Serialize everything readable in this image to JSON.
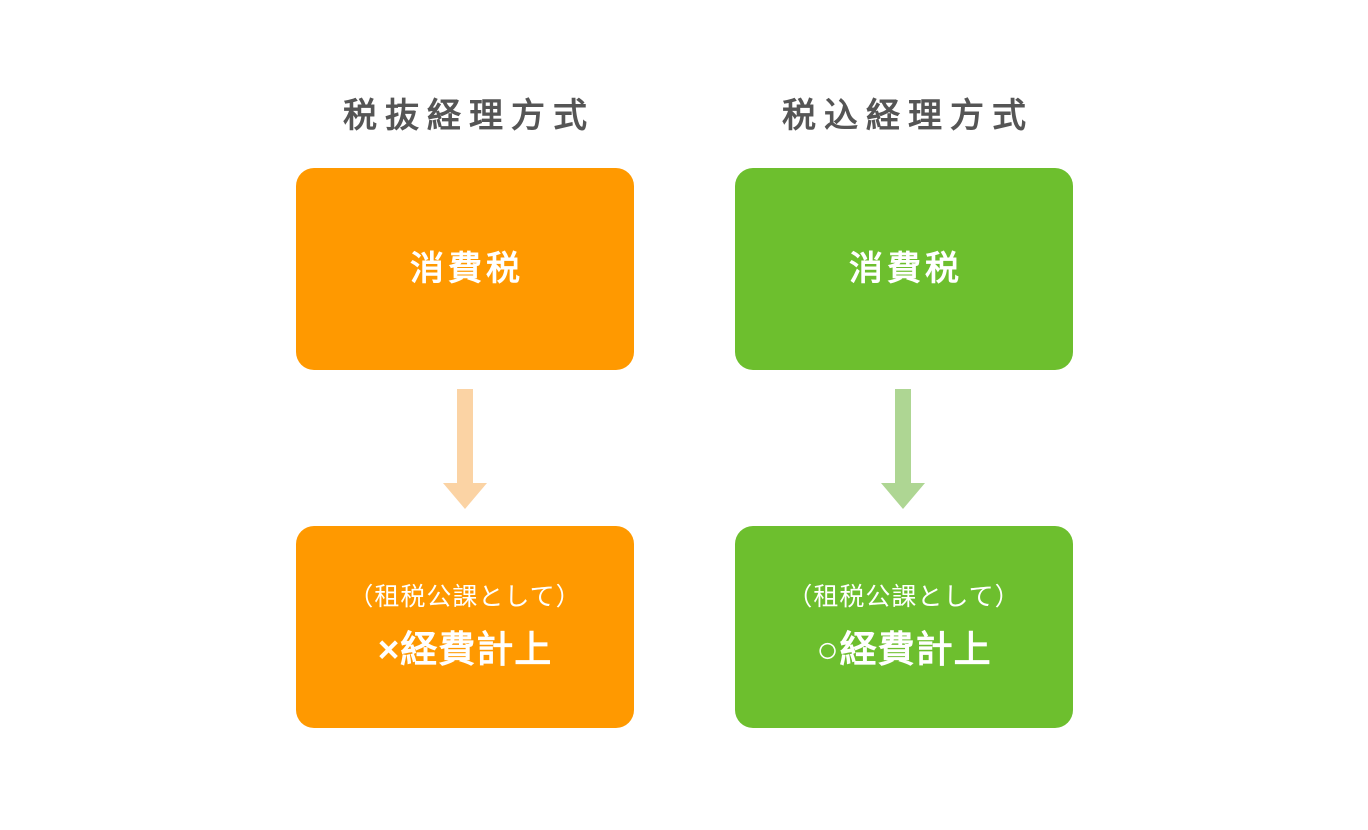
{
  "page": {
    "background": "#ffffff",
    "title_text_color": "#555555",
    "box_text_color": "#ffffff"
  },
  "columns": [
    {
      "id": "tax-exclusive",
      "title": "税抜経理方式",
      "color": "#FF9900",
      "arrow_color": "#FBD3A4",
      "top_box": {
        "label": "消費税"
      },
      "bottom_box": {
        "line1": "（租税公課として）",
        "line2": "×経費計上"
      }
    },
    {
      "id": "tax-inclusive",
      "title": "税込経理方式",
      "color": "#6DBF2E",
      "arrow_color": "#AED693",
      "top_box": {
        "label": "消費税"
      },
      "bottom_box": {
        "line1": "（租税公課として）",
        "line2": "○経費計上"
      }
    }
  ]
}
